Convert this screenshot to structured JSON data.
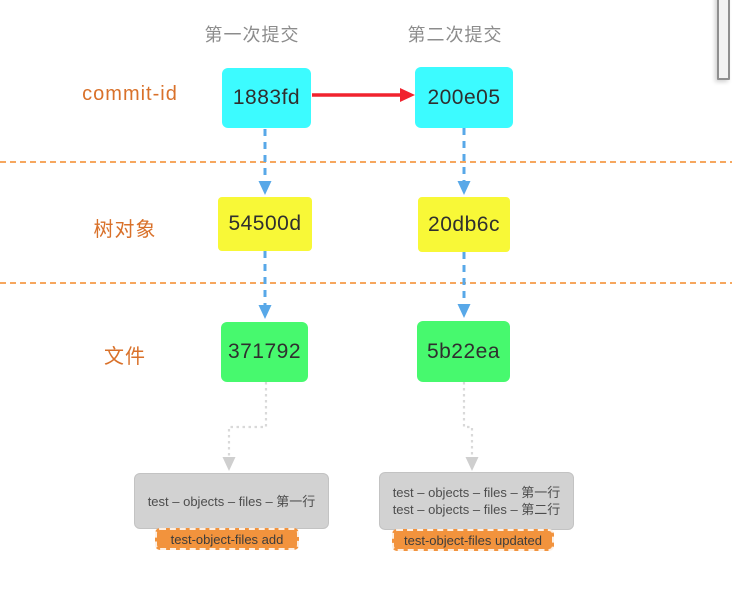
{
  "columns": [
    {
      "header": "第一次提交",
      "commit_id": "1883fd",
      "tree_object": "54500d",
      "file_object": "371792",
      "file_box_lines": [
        "test – objects – files – 第一行"
      ],
      "tag": "test-object-files add"
    },
    {
      "header": "第二次提交",
      "commit_id": "200e05",
      "tree_object": "20db6c",
      "file_object": "5b22ea",
      "file_box_lines": [
        "test – objects – files – 第一行",
        "test – objects – files – 第二行"
      ],
      "tag": "test-object-files updated"
    }
  ],
  "row_labels": {
    "commit": "commit-id",
    "tree": "树对象",
    "file": "文件"
  },
  "colors": {
    "commit_node": "#3cfbff",
    "tree_node": "#f8f837",
    "file_node": "#47f96e",
    "red_arrow": "#f1232e",
    "blue_arrow": "#58a8e8",
    "section_divider": "#f6a75f",
    "row_label_text": "#d9712a",
    "tag_background": "#f2933d",
    "file_box_background": "#d2d2d2",
    "header_text": "#8c8c8c"
  }
}
